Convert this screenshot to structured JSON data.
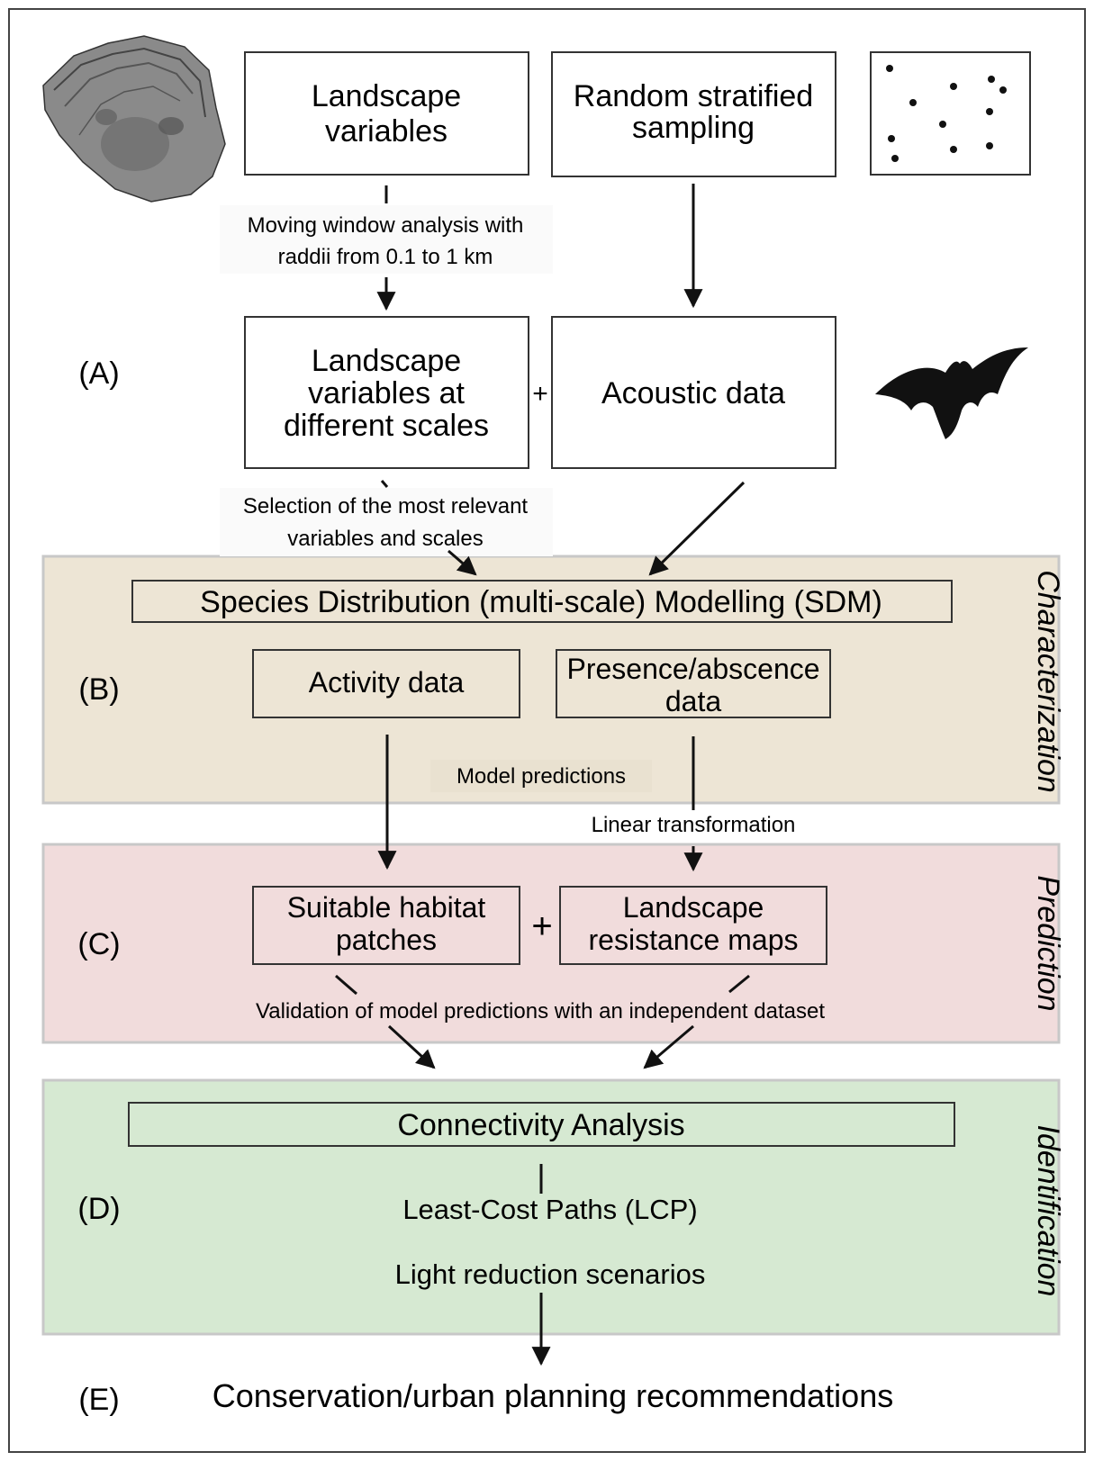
{
  "colors": {
    "characterization_band": "#ede5d5",
    "prediction_band": "#f1dcdc",
    "identification_band": "#d6e9d2",
    "band_border": "#c8c8c8",
    "frame": "#444444",
    "text": "#111111"
  },
  "section_A": {
    "label": "(A)",
    "landscape_variables": [
      "Landscape",
      "variables"
    ],
    "random_sampling": [
      "Random stratified",
      "sampling"
    ],
    "moving_window_note": [
      "Moving window analysis with",
      "raddii from 0.1 to 1 km"
    ],
    "landscape_multiscale": [
      "Landscape",
      "variables at",
      "different scales"
    ],
    "plus": "+",
    "acoustic_data": "Acoustic data",
    "selection_note": [
      "Selection of the most relevant",
      "variables and scales"
    ]
  },
  "section_B": {
    "label": "(B)",
    "side_label": "Characterization",
    "sdm_box": "Species Distribution (multi-scale) Modelling (SDM)",
    "activity_data": "Activity data",
    "presence_absence": [
      "Presence/abscence",
      "data"
    ],
    "model_predictions": "Model predictions",
    "linear_transformation": "Linear transformation"
  },
  "section_C": {
    "label": "(C)",
    "side_label": "Prediction",
    "suitable_habitat": [
      "Suitable habitat",
      "patches"
    ],
    "plus": "+",
    "resistance_maps": [
      "Landscape",
      "resistance maps"
    ],
    "validation_note": "Validation of model predictions with an independent dataset"
  },
  "section_D": {
    "label": "(D)",
    "side_label": "Identification",
    "connectivity_box": "Connectivity Analysis",
    "lcp": "Least-Cost Paths (LCP)",
    "light_reduction": "Light reduction scenarios"
  },
  "section_E": {
    "label": "(E)",
    "recommendations": "Conservation/urban planning recommendations"
  },
  "icons": [
    "landscape-map-icon",
    "sampling-points-icon",
    "bat-silhouette-icon"
  ]
}
